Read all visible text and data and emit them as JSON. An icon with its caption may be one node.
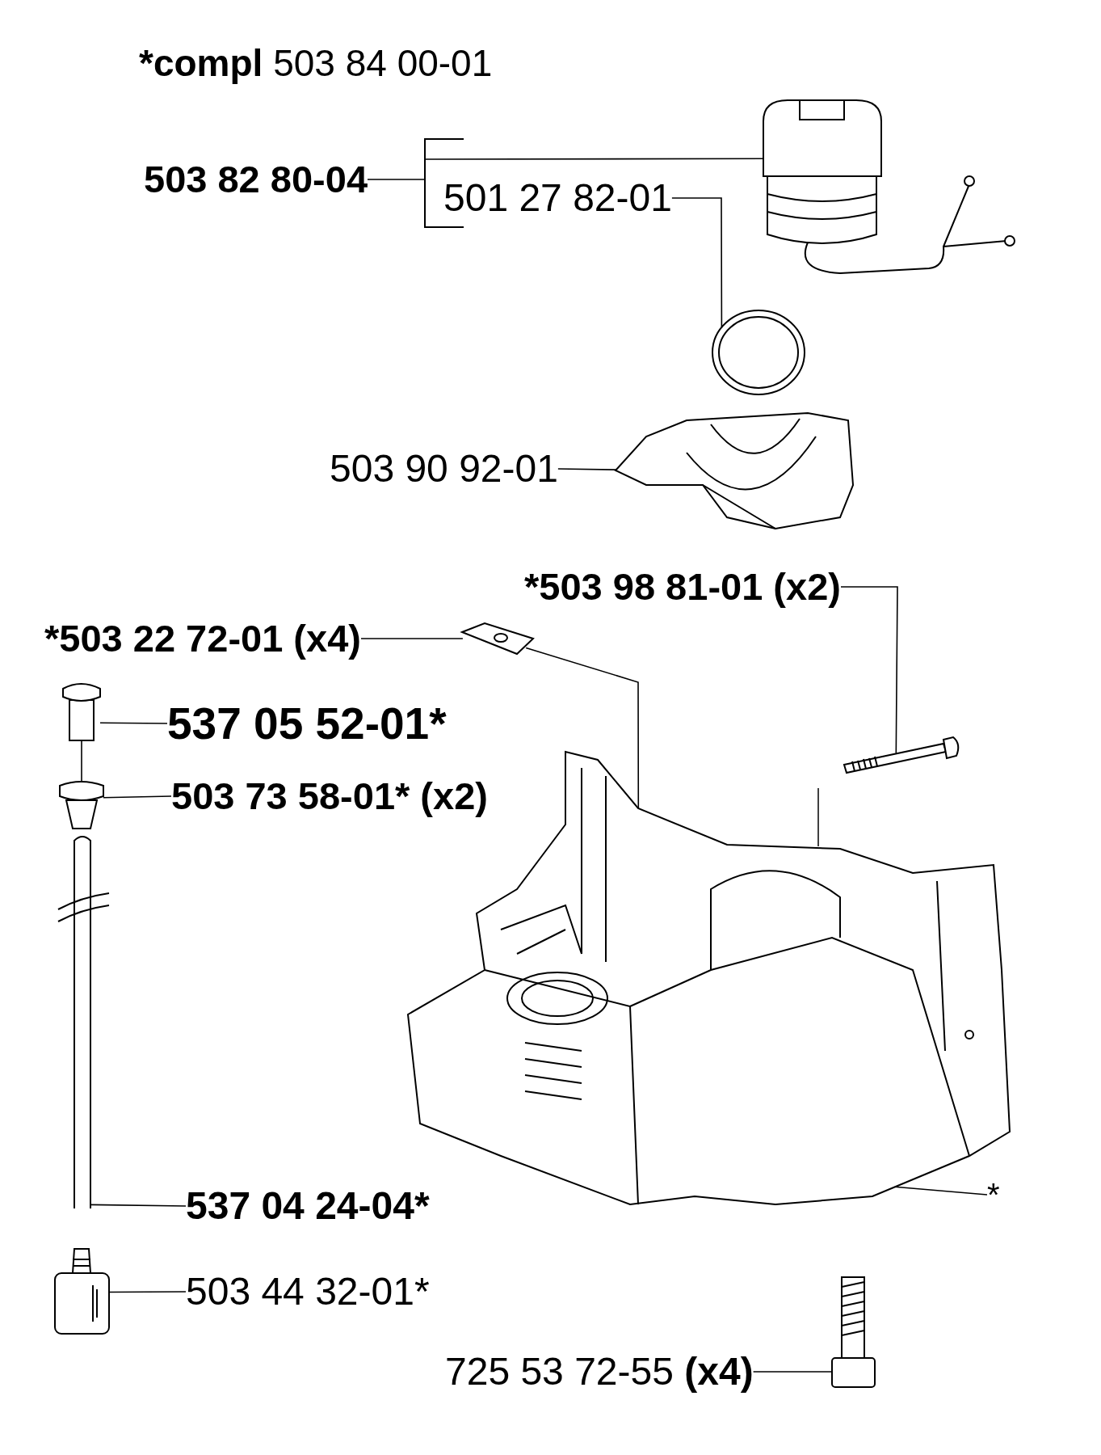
{
  "diagram": {
    "nodes": [
      {
        "text": [
          "503 82 80-04"
        ]
      },
      {
        "text": [],
        "shape": "picture"
      },
      {
        "text": [
          "501 27 82-01"
        ]
      },
      {
        "text": [],
        "shape": "picture"
      },
      {
        "text": [
          "503 90 92-01"
        ]
      },
      {
        "text": [],
        "shape": "picture"
      },
      {
        "text": [
          "*503 98 81-01 (x2)"
        ]
      },
      {
        "text": [],
        "shape": "picture"
      },
      {
        "text": [
          "*503 22 72-01 (x4)"
        ]
      },
      {
        "text": [],
        "shape": "picture"
      },
      {
        "text": [
          "537 05 52-01*"
        ]
      },
      {
        "text": [],
        "shape": "picture"
      },
      {
        "text": [
          "503 73 58-01* (x2)"
        ]
      },
      {
        "text": [],
        "shape": "picture"
      },
      {
        "text": [
          "537 04 24-04*"
        ]
      },
      {
        "text": [],
        "shape": "picture"
      },
      {
        "text": [
          "503 44 32-01*"
        ]
      },
      {
        "text": [],
        "shape": "picture"
      },
      {
        "text": [
          "*"
        ]
      },
      {
        "text": [],
        "shape": "picture"
      },
      {
        "text": [
          "725 53 72-55 **(x4)**"
        ]
      },
      {
        "text": [],
        "shape": "picture"
      }
    ],
    "edges": [
      {
        "from": 0,
        "to": 1,
        "arrow": "none"
      },
      {
        "from": 2,
        "to": 3,
        "arrow": "none"
      },
      {
        "from": 4,
        "to": 5,
        "arrow": "none"
      },
      {
        "from": 6,
        "to": 7,
        "arrow": "none"
      },
      {
        "from": 8,
        "to": 9,
        "arrow": "none"
      },
      {
        "from": 9,
        "to": 19,
        "arrow": "none"
      },
      {
        "from": 10,
        "to": 11,
        "arrow": "none"
      },
      {
        "from": 12,
        "to": 13,
        "arrow": "none"
      },
      {
        "from": 11,
        "to": 13,
        "arrow": "none"
      },
      {
        "from": 14,
        "to": 15,
        "arrow": "none"
      },
      {
        "from": 16,
        "to": 17,
        "arrow": "none"
      },
      {
        "from": 18,
        "to": 19,
        "arrow": "none"
      },
      {
        "from": 20,
        "to": 21,
        "arrow": "none"
      }
    ],
    "labels": [
      "***compl** 503 84 00-01"
    ]
  }
}
